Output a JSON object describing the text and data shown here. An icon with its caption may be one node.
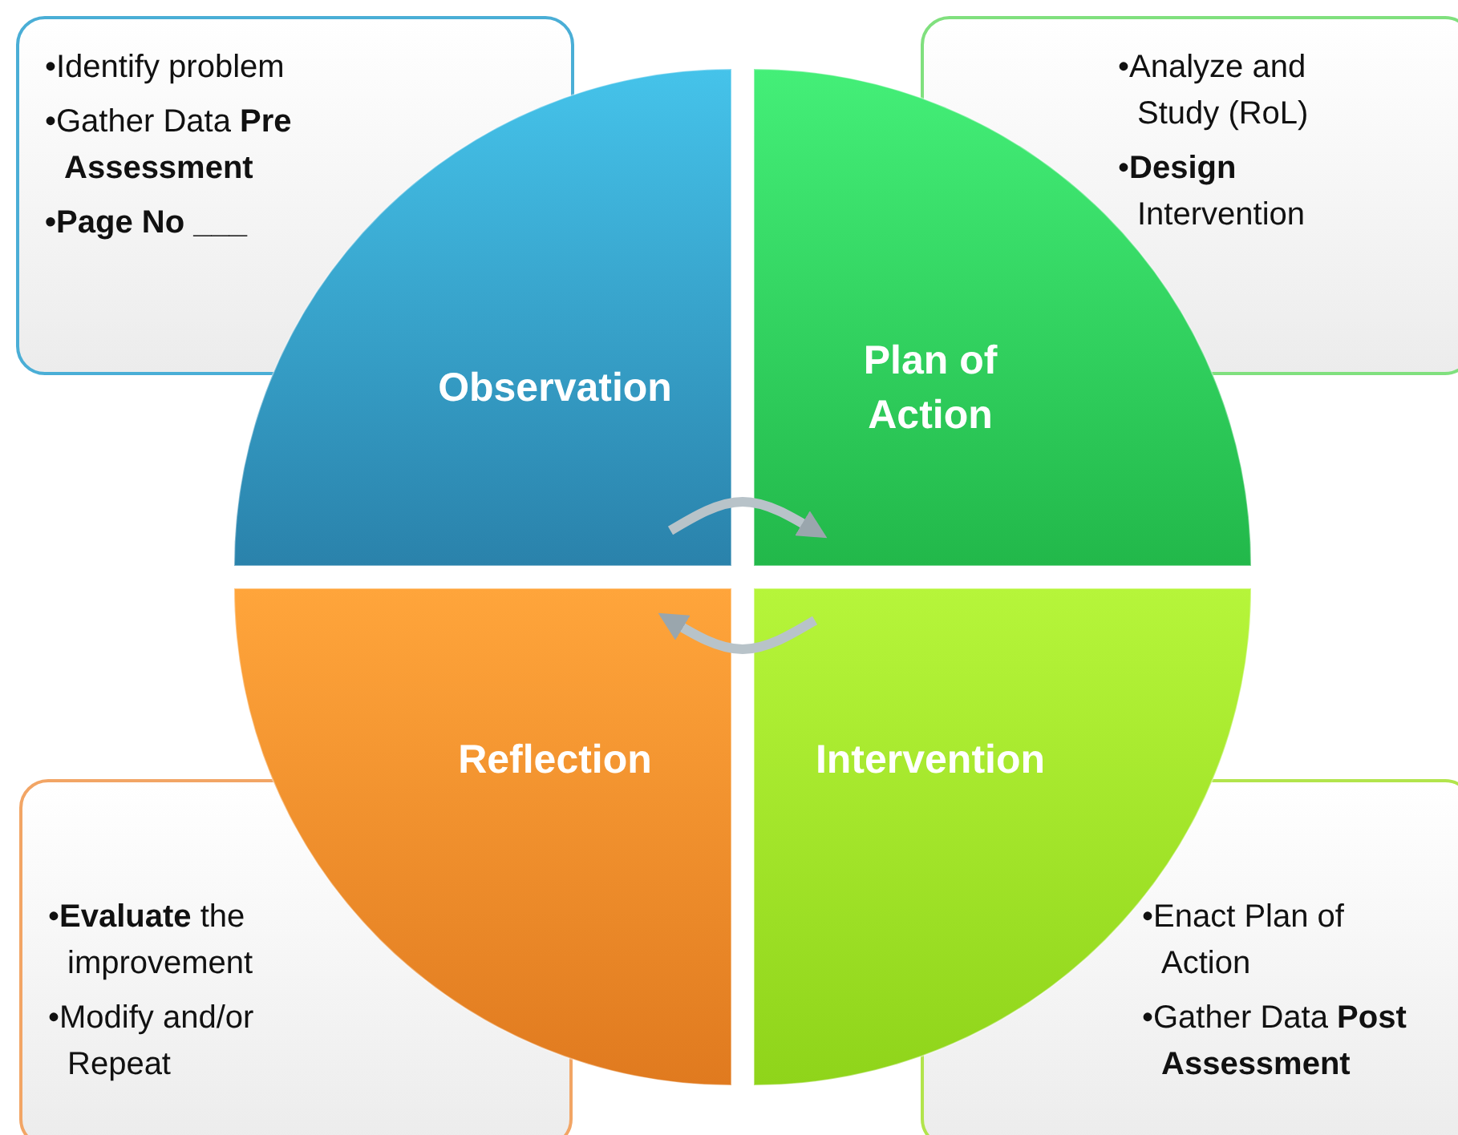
{
  "diagram": {
    "nodes": [
      {
        "text": [
          "•Identify problem",
          "•Gather Data **Pre Assessment**",
          "•**Page No ___**"
        ]
      },
      {
        "text": [
          "•Analyze and Study (RoL)",
          "•**Design** Intervention"
        ]
      },
      {
        "text": [
          "Observation"
        ]
      },
      {
        "text": [
          "Plan of Action"
        ]
      },
      {
        "text": [
          "Reflection"
        ]
      },
      {
        "text": [
          "Intervention"
        ]
      },
      {
        "text": [
          "•**Evaluate** the improvement",
          "•Modify and/or Repeat"
        ]
      },
      {
        "text": [
          "•Enact Plan of Action",
          "•Gather Data **Post Assessment**"
        ]
      }
    ],
    "edges": [
      {
        "from": 2,
        "to": 3,
        "arrow": "to"
      },
      {
        "from": 5,
        "to": 4,
        "arrow": "to"
      }
    ]
  }
}
